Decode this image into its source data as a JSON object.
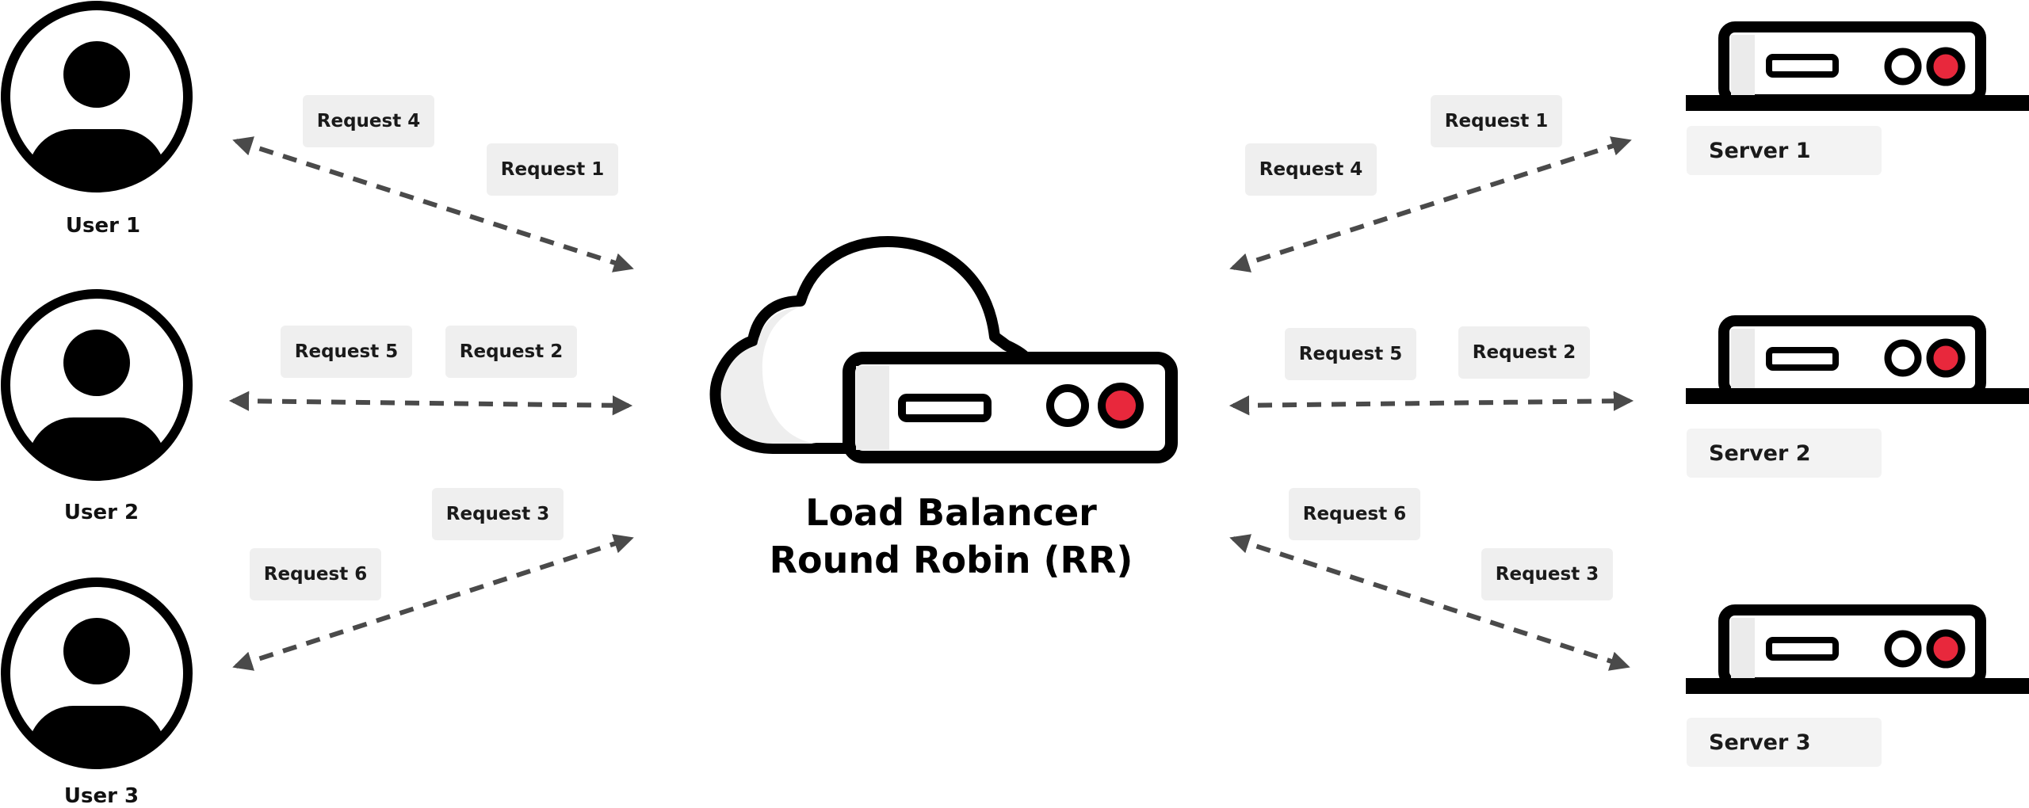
{
  "title": {
    "line1": "Load Balancer",
    "line2": "Round Robin (RR)"
  },
  "users": [
    {
      "name": "User 1"
    },
    {
      "name": "User 2"
    },
    {
      "name": "User 3"
    }
  ],
  "servers": [
    {
      "name": "Server 1"
    },
    {
      "name": "Server 2"
    },
    {
      "name": "Server 3"
    }
  ],
  "requests": {
    "user1": [
      "Request 4",
      "Request 1"
    ],
    "user2": [
      "Request 5",
      "Request 2"
    ],
    "user3": [
      "Request 3",
      "Request 6"
    ],
    "server1": [
      "Request 1",
      "Request 4"
    ],
    "server2": [
      "Request 5",
      "Request 2"
    ],
    "server3": [
      "Request 6",
      "Request 3"
    ]
  },
  "colors": {
    "accent": "#e8283c",
    "arrow": "#4a4a4a",
    "outline": "#111111",
    "label_bg": "#efefef"
  }
}
